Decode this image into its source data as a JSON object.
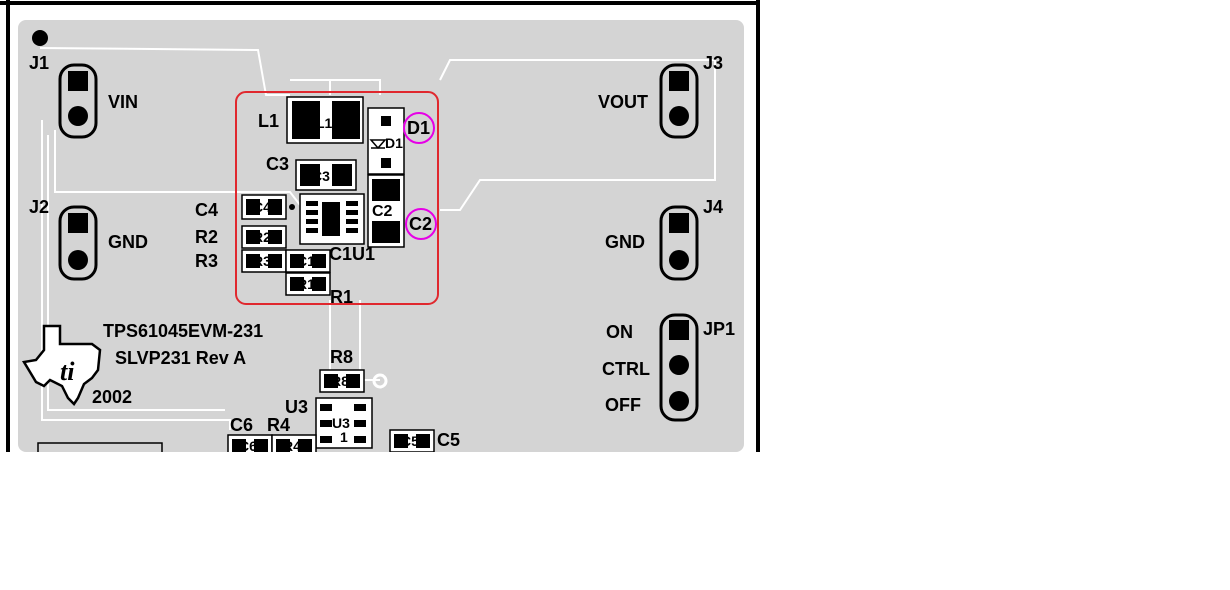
{
  "board": {
    "logo_text": "ti",
    "title": "TPS61045EVM-231",
    "doc": "SLVP231 Rev A",
    "year": "2002"
  },
  "connectors": {
    "J1": {
      "ref": "J1",
      "net": "VIN"
    },
    "J2": {
      "ref": "J2",
      "net": "GND"
    },
    "J3": {
      "ref": "J3",
      "net": "VOUT"
    },
    "J4": {
      "ref": "J4",
      "net": "GND"
    },
    "JP1": {
      "ref": "JP1",
      "on": "ON",
      "ctrl": "CTRL",
      "off": "OFF"
    }
  },
  "refdes": {
    "L1": "L1",
    "C3": "C3",
    "C4": "C4",
    "R2": "R2",
    "R3": "R3",
    "C1U1": "C1U1",
    "R1": "R1",
    "D1": "D1",
    "C2": "C2",
    "R8": "R8",
    "U3": "U3",
    "C6": "C6",
    "R4": "R4",
    "C5": "C5"
  },
  "silk_in_body": {
    "L1": "L1",
    "C3": "C3",
    "C4": "C4",
    "R2": "R2",
    "R3": "R3",
    "C1": "C1",
    "R1": "R1",
    "D1": "D1",
    "C2": "C2",
    "R8": "R8",
    "U3": "U3",
    "U3_pin": "1",
    "C6": "C6",
    "R4": "R4",
    "C5": "C5"
  },
  "colors": {
    "board": "#d4d4d4",
    "trace": "#ffffff",
    "outline": "#000000",
    "highlight_box": "#e0282e",
    "marker_circle": "#e600e6",
    "pad": "#000000"
  }
}
